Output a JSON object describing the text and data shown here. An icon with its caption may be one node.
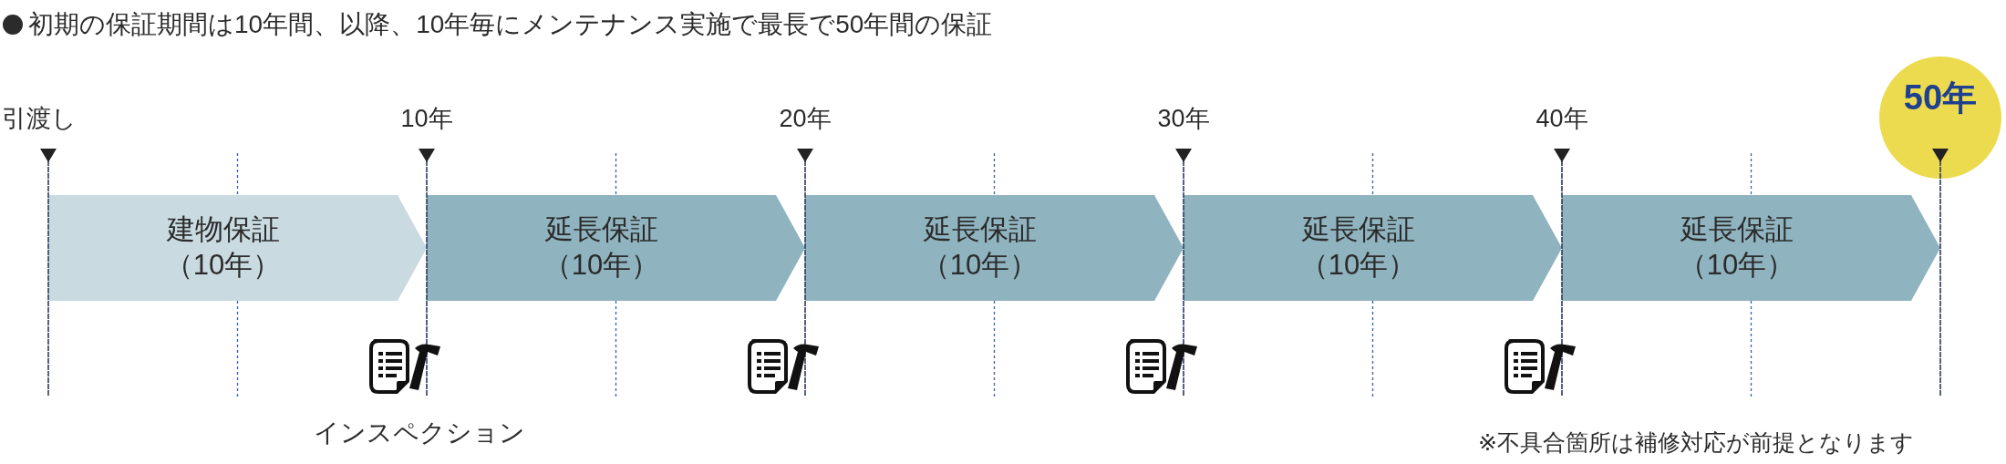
{
  "diagram": {
    "title": "初期の保証期間は10年間、以降、10年毎にメンテナンス実施で最長で50年間の保証",
    "nodes": [
      {
        "text": [
          "建物保証",
          "（10年）"
        ]
      },
      {
        "text": [
          "延長保証",
          "（10年）"
        ]
      },
      {
        "text": [
          "延長保証",
          "（10年）"
        ]
      },
      {
        "text": [
          "延長保証",
          "（10年）"
        ]
      },
      {
        "text": [
          "延長保証",
          "（10年）"
        ]
      },
      {
        "text": [
          "50年"
        ]
      }
    ],
    "labels": [
      "引渡し",
      "10年",
      "20年",
      "30年",
      "40年",
      "インスペクション",
      "※不具合箇所は補修対応が前提となります"
    ]
  }
}
